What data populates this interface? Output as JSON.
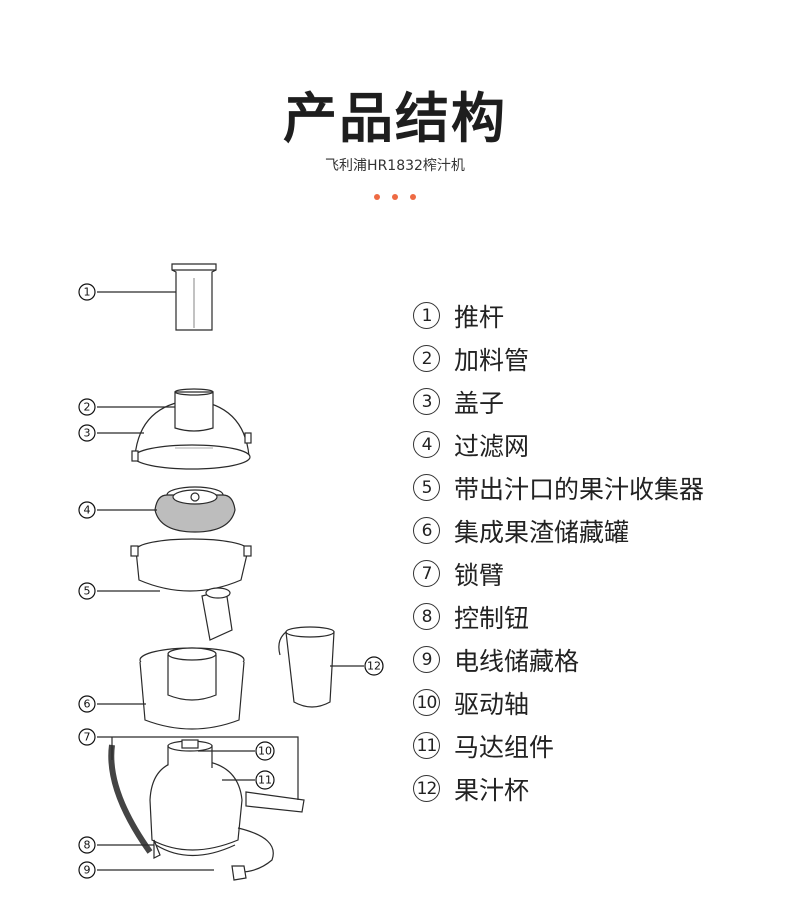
{
  "header": {
    "title": "产品结构",
    "subtitle": "飞利浦HR1832榨汁机",
    "dot_color": "#ee6a43"
  },
  "parts": [
    {
      "num": "1",
      "name": "推杆"
    },
    {
      "num": "2",
      "name": "加料管"
    },
    {
      "num": "3",
      "name": "盖子"
    },
    {
      "num": "4",
      "name": "过滤网"
    },
    {
      "num": "5",
      "name": "带出汁口的果汁收集器"
    },
    {
      "num": "6",
      "name": "集成果渣储藏罐"
    },
    {
      "num": "7",
      "name": "锁臂"
    },
    {
      "num": "8",
      "name": "控制钮"
    },
    {
      "num": "9",
      "name": "电线储藏格"
    },
    {
      "num": "10",
      "name": "驱动轴"
    },
    {
      "num": "11",
      "name": "马达组件"
    },
    {
      "num": "12",
      "name": "果汁杯"
    }
  ]
}
